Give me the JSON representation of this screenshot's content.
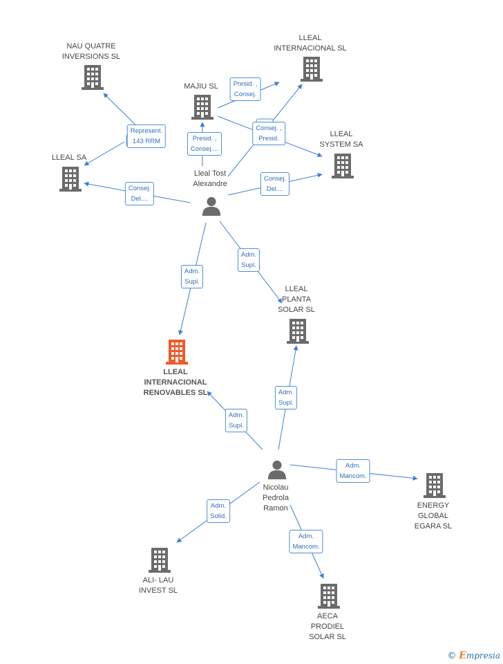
{
  "colors": {
    "edge": "#3a7fd5",
    "building": "#6b6b6b",
    "focus": "#f05a28",
    "person": "#6b6b6b",
    "label_border": "#4a8fd8"
  },
  "nodes": [
    {
      "id": "nau",
      "type": "company",
      "label": "NAU QUATRE\nINVERSIONS SL"
    },
    {
      "id": "majiu",
      "type": "company",
      "label": "MAJIU SL"
    },
    {
      "id": "lleal_int",
      "type": "company",
      "label": "LLEAL\nINTERNACIONAL SL"
    },
    {
      "id": "lleal_sa",
      "type": "company",
      "label": "LLEAL SA"
    },
    {
      "id": "lleal_system",
      "type": "company",
      "label": "LLEAL\nSYSTEM SA"
    },
    {
      "id": "tost",
      "type": "person",
      "label": "Lleal Tost\nAlexandre"
    },
    {
      "id": "planta",
      "type": "company",
      "label": "LLEAL\nPLANTA\nSOLAR SL"
    },
    {
      "id": "renovables",
      "type": "focus",
      "label": "LLEAL\nINTERNACIONAL\nRENOVABLES SL"
    },
    {
      "id": "nicolau",
      "type": "person",
      "label": "Nicolau\nPedrola\nRamon"
    },
    {
      "id": "energy",
      "type": "company",
      "label": "ENERGY\nGLOBAL\nEGARA SL"
    },
    {
      "id": "alilau",
      "type": "company",
      "label": "ALI- LAU\nINVEST SL"
    },
    {
      "id": "aeca",
      "type": "company",
      "label": "AECA\nPRODIEL\nSOLAR  SL"
    }
  ],
  "edges": [
    {
      "from": "tost",
      "to": "nau",
      "label": "C..."
    },
    {
      "from": "tost",
      "to": "lleal_sa",
      "label": "Represent.\n143 RRM"
    },
    {
      "from": "tost",
      "to": "majiu",
      "label": "Presid. ,\nConsej...."
    },
    {
      "from": "majiu",
      "to": "lleal_int",
      "label": "Presid. ,\nConsej."
    },
    {
      "from": "majiu",
      "to": "lleal_system",
      "label": "C..."
    },
    {
      "from": "tost",
      "to": "lleal_int",
      "label": "Consej. ,\nPresid."
    },
    {
      "from": "tost",
      "to": "lleal_sa",
      "label": "Consej.\nDel...."
    },
    {
      "from": "tost",
      "to": "lleal_system",
      "label": "Consej.\nDel...."
    },
    {
      "from": "tost",
      "to": "renovables",
      "label": "Adm.\nSupl."
    },
    {
      "from": "tost",
      "to": "planta",
      "label": "Adm.\nSupl."
    },
    {
      "from": "nicolau",
      "to": "renovables",
      "label": "Adm.\nSupl."
    },
    {
      "from": "nicolau",
      "to": "planta",
      "label": "Adm.\nSupl."
    },
    {
      "from": "nicolau",
      "to": "energy",
      "label": "Adm.\nMancom."
    },
    {
      "from": "nicolau",
      "to": "alilau",
      "label": "Adm.\nSolid."
    },
    {
      "from": "nicolau",
      "to": "aeca",
      "label": "Adm.\nMancom."
    }
  ],
  "footer": {
    "copyright": "©",
    "brand_first": "E",
    "brand_rest": "mpresia"
  }
}
